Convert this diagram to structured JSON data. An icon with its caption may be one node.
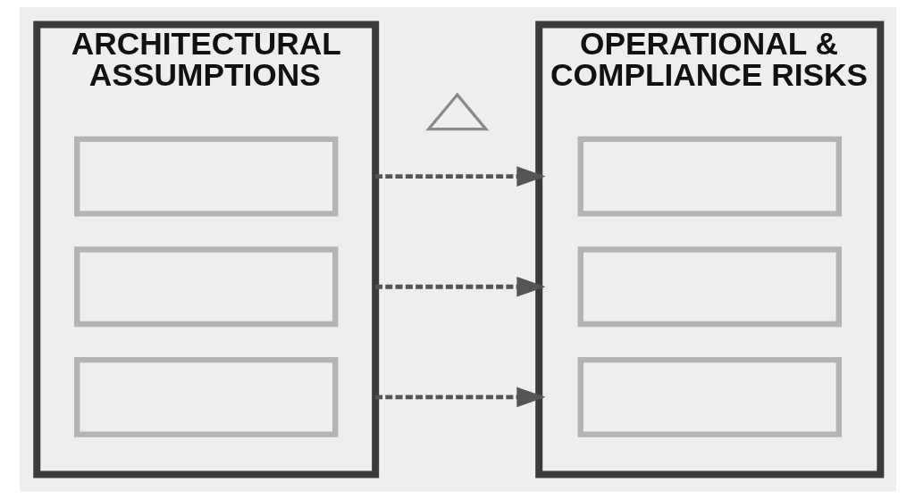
{
  "diagram": {
    "nodes": [
      {
        "text": [
          "ARCHITECTURAL ASSUMPTIONS"
        ]
      },
      {
        "text": [],
        "shape": "box",
        "in": 0
      },
      {
        "text": [],
        "shape": "box",
        "in": 0
      },
      {
        "text": [],
        "shape": "box",
        "in": 0
      },
      {
        "text": [],
        "shape": "triangle"
      },
      {
        "text": [
          "OPERATIONAL & COMPLIANCE RISKS"
        ]
      },
      {
        "text": [],
        "shape": "box",
        "in": 5
      },
      {
        "text": [],
        "shape": "box",
        "in": 5
      },
      {
        "text": [],
        "shape": "box",
        "in": 5
      }
    ],
    "edges": [
      {
        "from": 0,
        "to": 5,
        "arrow": "to",
        "style": "dashed"
      },
      {
        "from": 0,
        "to": 5,
        "arrow": "to",
        "style": "dashed"
      },
      {
        "from": 0,
        "to": 5,
        "arrow": "to",
        "style": "dashed"
      }
    ]
  }
}
